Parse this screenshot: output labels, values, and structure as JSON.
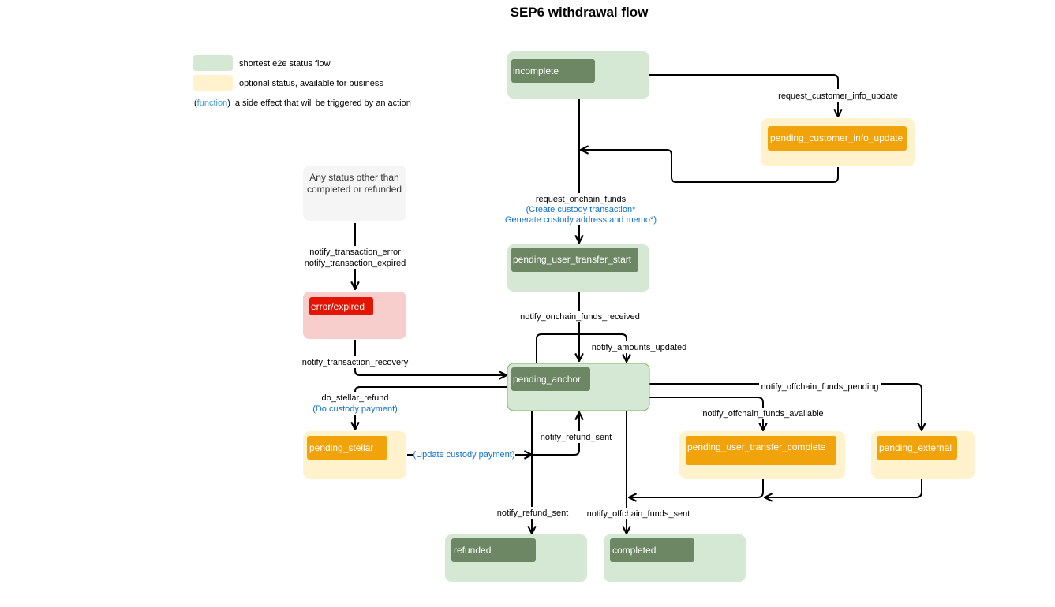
{
  "title": "SEP6 withdrawal flow",
  "colors": {
    "green_bg": "#d5e8d4",
    "status_green": "#6d8764",
    "yellow_bg": "#fff2cc",
    "status_orange": "#f0a30a",
    "red_bg": "#f8cecc",
    "status_red": "#e51400",
    "gray_bg": "#f5f5f5",
    "link_blue": "#0d6fd1"
  },
  "legend": {
    "green": "shortest e2e status flow",
    "yellow": "optional status, available for business",
    "fn_open": "(",
    "fn_word": "function",
    "fn_close": ")",
    "fn_desc": "a side effect that will be triggered by an action"
  },
  "statuses": {
    "incomplete": "incomplete",
    "pending_customer_info_update": "pending_customer_info_update",
    "pending_user_transfer_start": "pending_user_transfer_start",
    "pending_anchor": "pending_anchor",
    "pending_stellar": "pending_stellar",
    "pending_user_transfer_complete": "pending_user_transfer_complete",
    "pending_external": "pending_external",
    "error_expired": "error/expired",
    "refunded": "refunded",
    "completed": "completed"
  },
  "any_status": {
    "line1": "Any status other than",
    "line2": "completed or refunded"
  },
  "actions": {
    "request_customer_info_update": "request_customer_info_update",
    "request_onchain_funds": "request_onchain_funds",
    "create_custody_tx": "(Create custody transaction*",
    "generate_custody_address": "Generate custody address and memo*)",
    "notify_transaction_error": "notify_transaction_error",
    "notify_transaction_expired": "notify_transaction_expired",
    "notify_onchain_funds_received": "notify_onchain_funds_received",
    "notify_amounts_updated": "notify_amounts_updated",
    "notify_transaction_recovery": "notify_transaction_recovery",
    "do_stellar_refund": "do_stellar_refund",
    "do_custody_payment": "(Do custody payment)",
    "notify_offchain_funds_pending": "notify_offchain_funds_pending",
    "notify_offchain_funds_available": "notify_offchain_funds_available",
    "notify_refund_sent_upper": "notify_refund_sent",
    "update_custody_payment": "(Update custody payment)",
    "notify_refund_sent_lower": "notify_refund_sent",
    "notify_offchain_funds_sent": "notify_offchain_funds_sent"
  }
}
